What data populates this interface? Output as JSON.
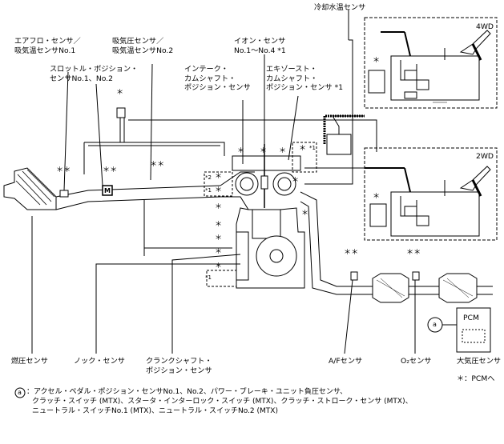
{
  "labels": {
    "coolant_temp_sensor": "冷却水温センサ",
    "airflow_sensor": [
      "エアフロ・センサ／",
      "吸気温センサNo.1"
    ],
    "map_sensor": [
      "吸気圧センサ／",
      "吸気温センサNo.2"
    ],
    "ion_sensor": [
      "イオン・センサ",
      "No.1～No.4 *1"
    ],
    "throttle_sensor": [
      "スロットル・ポジション・",
      "センサNo.1、No.2"
    ],
    "intake_cam_sensor": [
      "インテーク・",
      "カムシャフト・",
      "ポジション・センサ"
    ],
    "exhaust_cam_sensor": [
      "エキゾースト・",
      "カムシャフト・",
      "ポジション・センサ *1"
    ],
    "fuel_pressure_sensor": "燃圧センサ",
    "knock_sensor": "ノック・センサ",
    "crank_sensor": [
      "クランクシャフト・",
      "ポジション・センサ"
    ],
    "af_sensor": "A/Fセンサ",
    "o2_sensor": "O₂センサ",
    "baro_sensor": "大気圧センサ",
    "tank_4wd": "4WD",
    "tank_2wd": "2WD",
    "pcm": "PCM",
    "pcm_mark": "a"
  },
  "markers": {
    "asterisk": "＊",
    "double_asterisk": "＊＊",
    "star1": "*1",
    "star2": "*2",
    "m_box": "M"
  },
  "footnotes": {
    "to_pcm": "＊：PCMへ",
    "a_marker": "a",
    "a_lines": [
      "：アクセル・ペダル・ポジション・センサNo.1、No.2、パワー・ブレーキ・ユニット負圧センサ、",
      "クラッチ・スイッチ (MTX)、スタータ・インターロック・スイッチ (MTX)、クラッチ・ストローク・センサ (MTX)、",
      "ニュートラル・スイッチNo.1 (MTX)、ニュートラル・スイッチNo.2 (MTX)"
    ]
  }
}
